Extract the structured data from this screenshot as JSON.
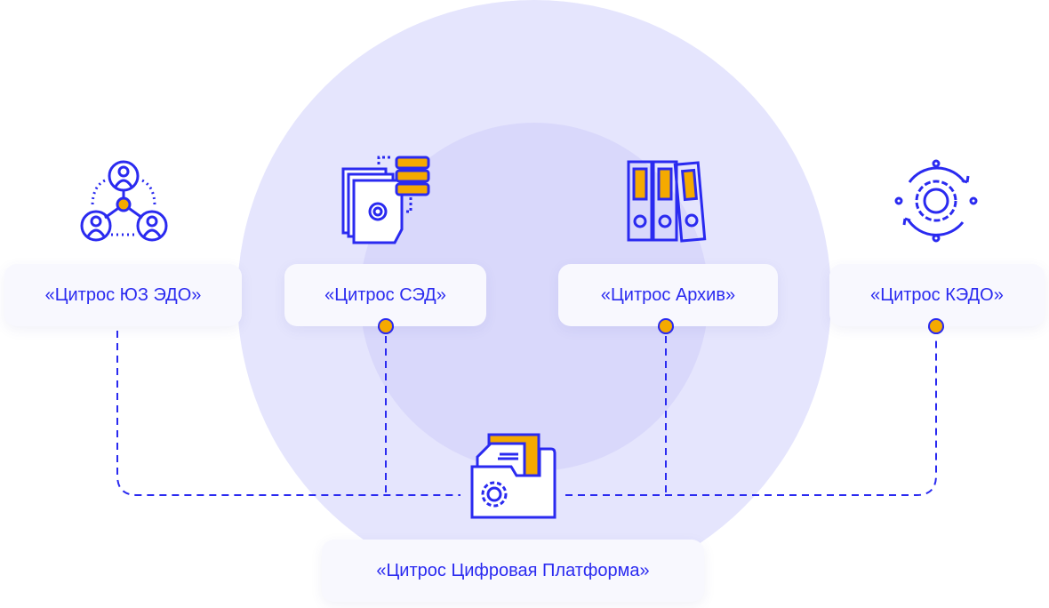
{
  "products": [
    {
      "label": "«Цитрос ЮЗ ЭДО»",
      "icon": "users-network-icon"
    },
    {
      "label": "«Цитрос СЭД»",
      "icon": "documents-server-icon"
    },
    {
      "label": "«Цитрос Архив»",
      "icon": "binders-icon"
    },
    {
      "label": "«Цитрос КЭДО»",
      "icon": "gear-cycle-icon"
    }
  ],
  "platform": {
    "label": "«Цитрос Цифровая Платформа»",
    "icon": "folder-gear-icon"
  },
  "colors": {
    "accent": "#2a2af0",
    "highlight": "#f5aa00",
    "outer_circle": "#e5e5fd",
    "inner_circle": "#d9d8fb"
  }
}
